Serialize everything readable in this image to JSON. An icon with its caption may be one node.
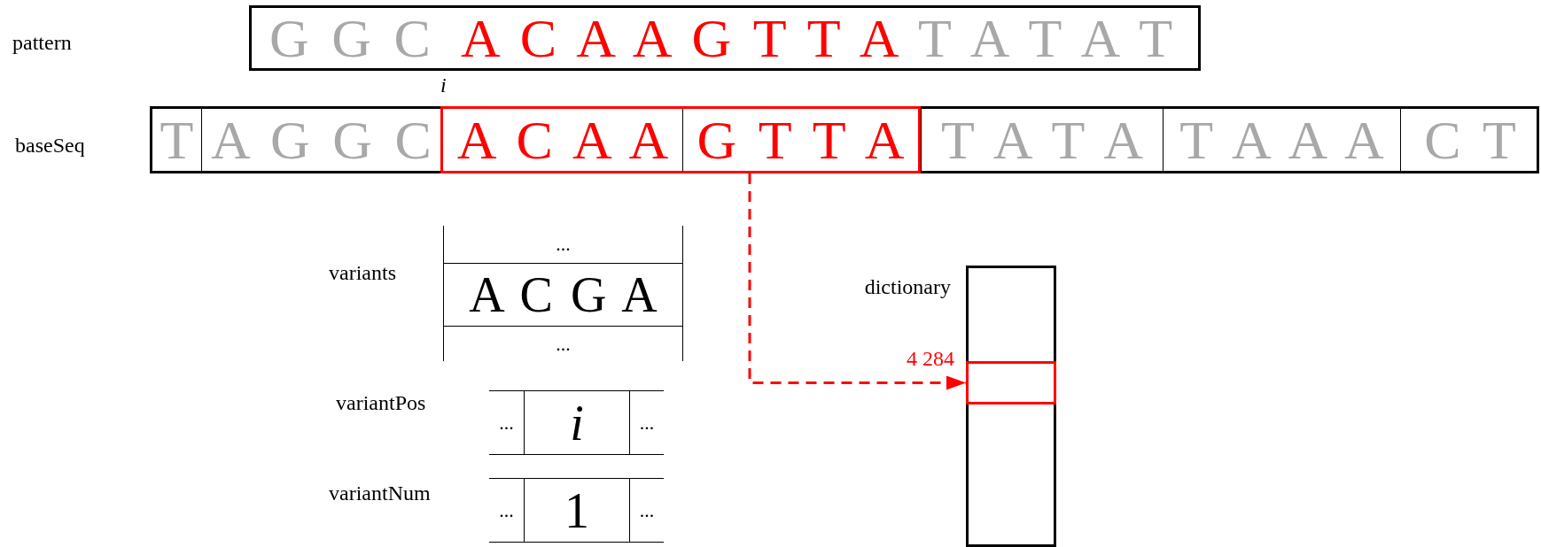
{
  "diagram": {
    "nodes": [
      {
        "text": [
          "G G C",
          "A C A A G T T A",
          "T A T A T"
        ]
      },
      {
        "text": [],
        "shape": "box",
        "beside": [
          "baseSeq"
        ]
      },
      {
        "text": [
          "T"
        ],
        "in": 1
      },
      {
        "text": [
          "A G G C"
        ],
        "in": 1
      },
      {
        "text": [],
        "shape": "box",
        "in": 1
      },
      {
        "text": [
          "A C A A"
        ],
        "in": 4
      },
      {
        "text": [
          "G T T A"
        ],
        "in": 4
      },
      {
        "text": [
          "T A T A"
        ],
        "in": 1
      },
      {
        "text": [
          "T A A A"
        ],
        "in": 1
      },
      {
        "text": [
          "C T"
        ],
        "in": 1
      },
      {
        "text": [
          "...",
          "A C G A",
          "..."
        ],
        "beside": [
          "variants"
        ]
      },
      {
        "text": [
          "...",
          "i",
          "..."
        ],
        "beside": [
          "variantPos"
        ]
      },
      {
        "text": [
          "...",
          "1",
          "..."
        ],
        "beside": [
          "variantNum"
        ]
      },
      {
        "text": [],
        "shape": "box",
        "beside": [
          "dictionary"
        ]
      },
      {
        "text": [],
        "shape": "box",
        "in": 13,
        "beside": [
          "4 284"
        ]
      }
    ],
    "edges": [
      {
        "from": 4,
        "to": 14,
        "arrow": "to",
        "style": "dashed",
        "color": "#ff0000"
      }
    ],
    "labels": [
      "pattern",
      "i"
    ]
  }
}
